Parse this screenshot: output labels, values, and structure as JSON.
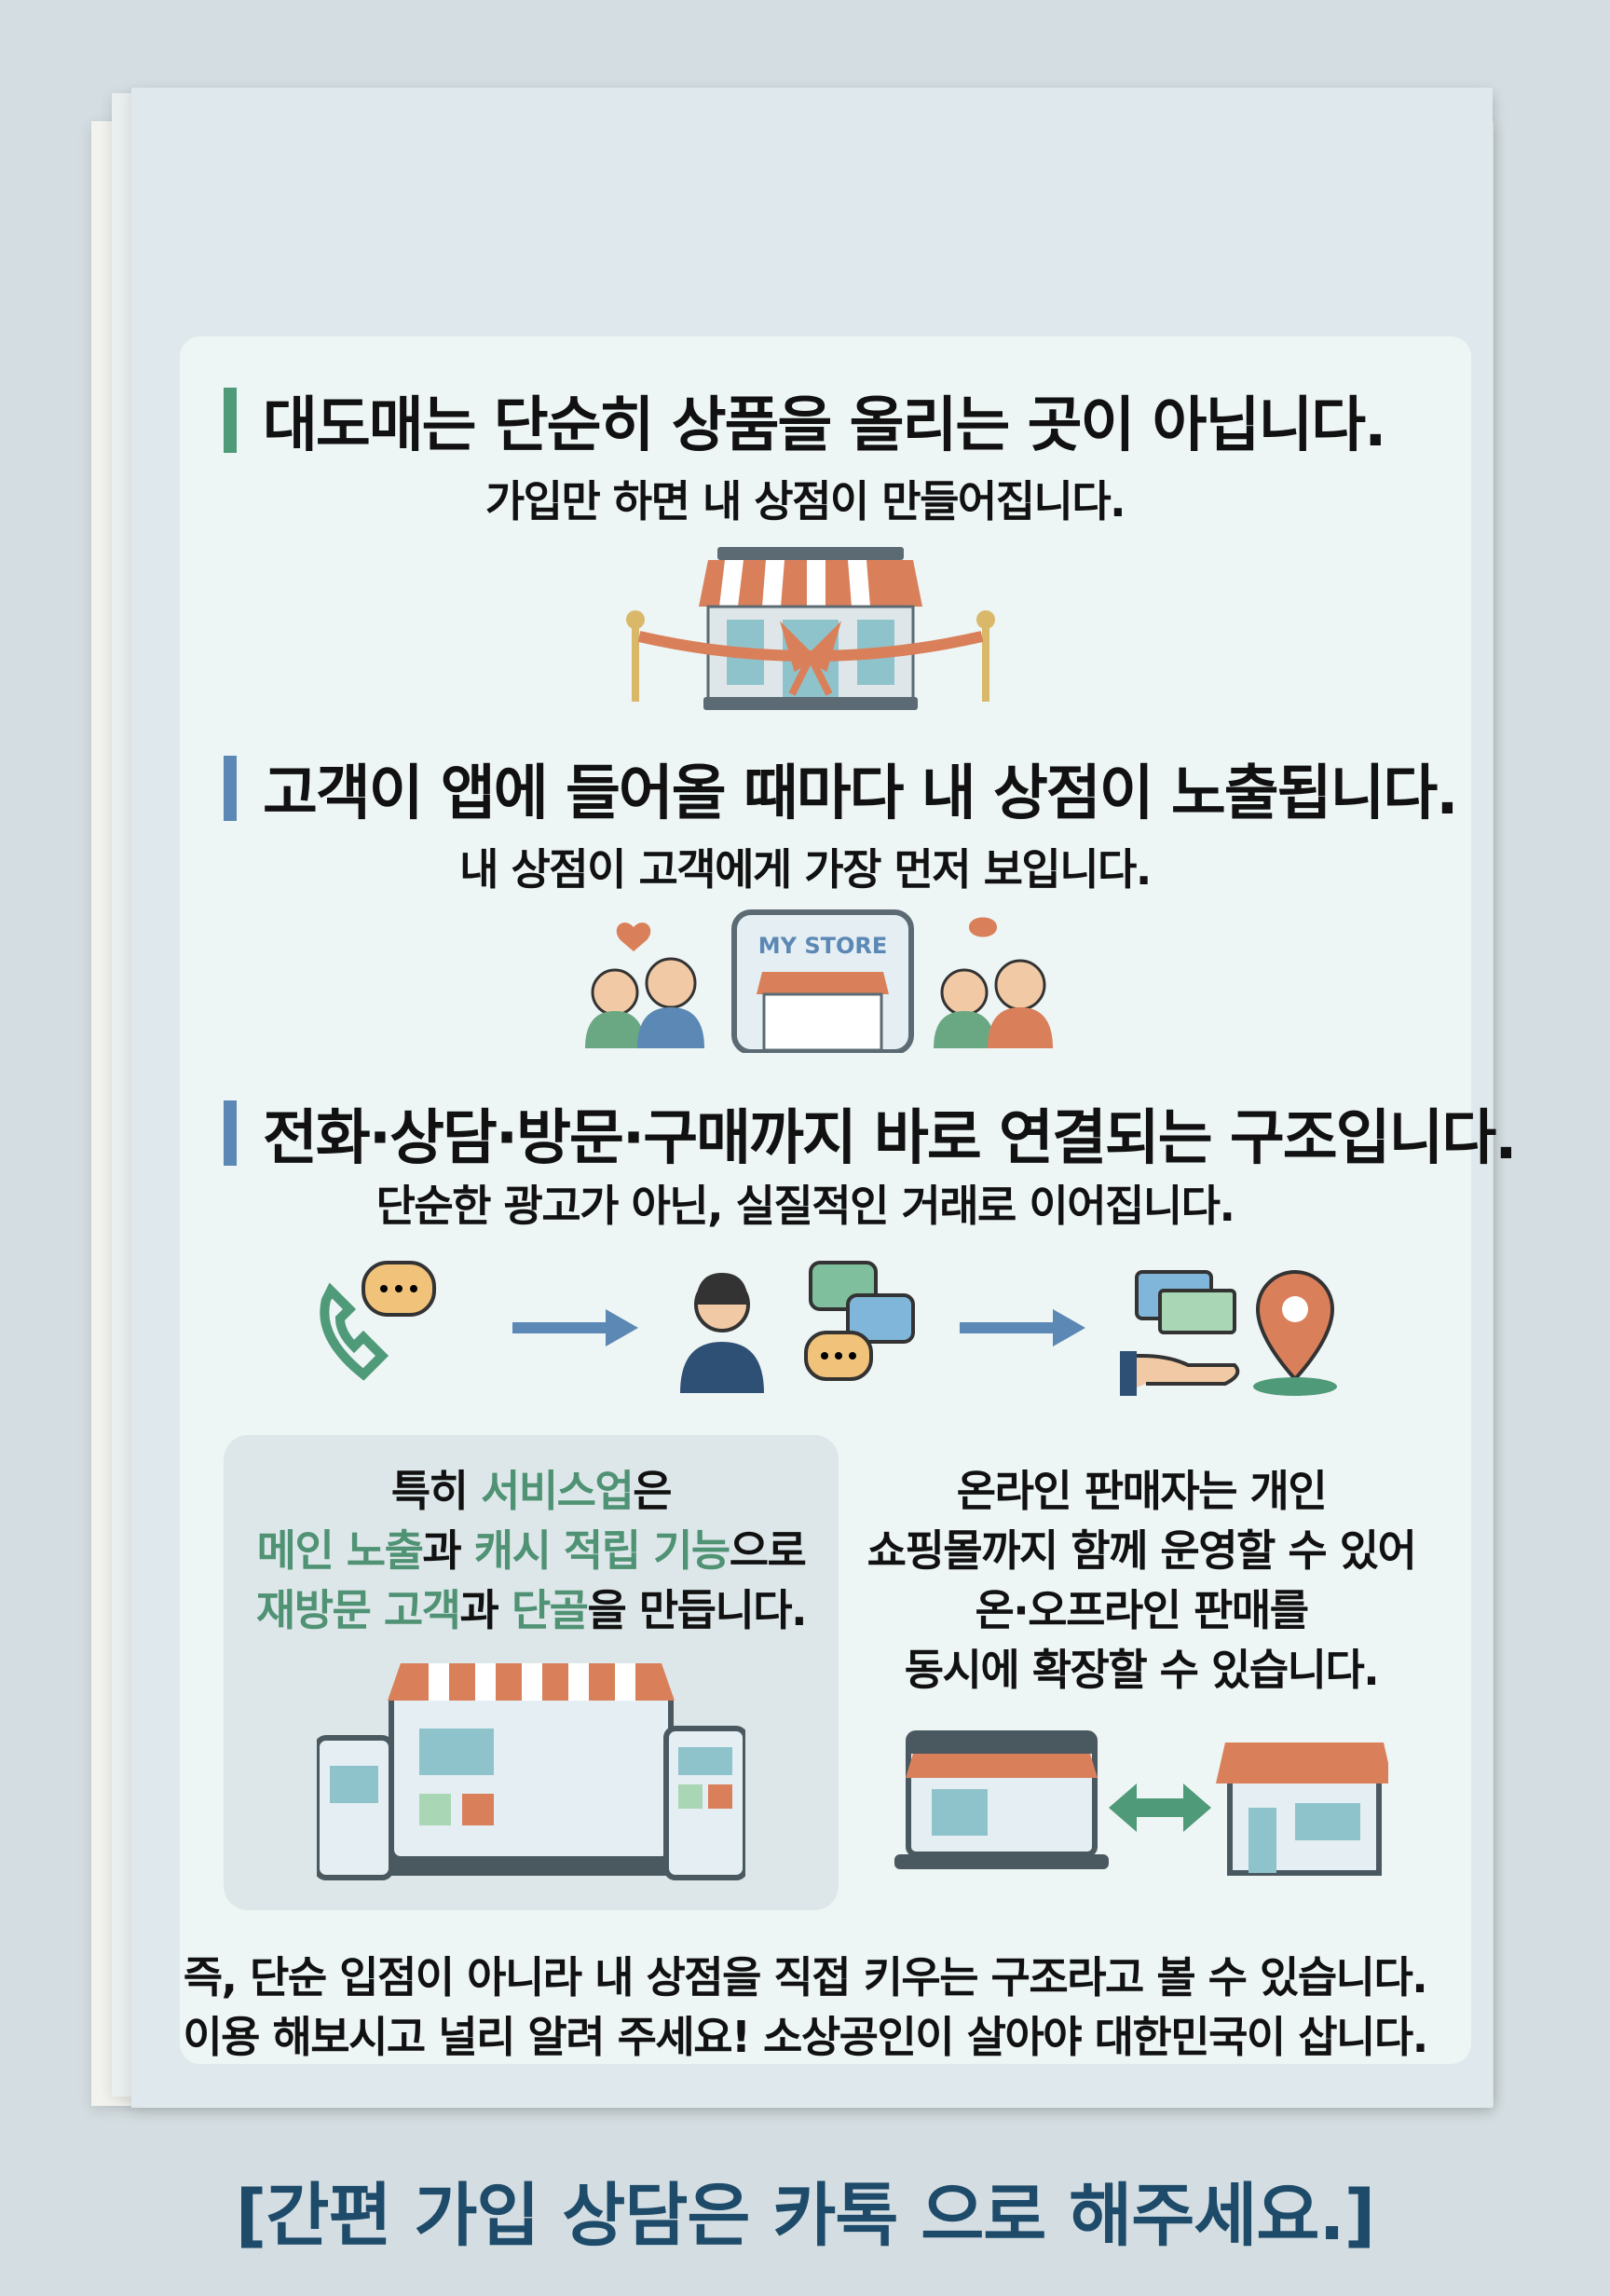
{
  "sections": [
    {
      "title": "대도매는 단순히 상품을 올리는 곳이 아닙니다.",
      "subtitle": "가입만 하면 내 상점이 만들어집니다.",
      "accent": "#4f9a78"
    },
    {
      "title": "고객이 앱에 들어올 때마다 내 상점이 노출됩니다.",
      "subtitle": "내 상점이 고객에게 가장 먼저 보입니다.",
      "accent": "#5b88b4",
      "phone_label": "MY STORE"
    },
    {
      "title": "전화·상담·방문·구매까지 바로 연결되는 구조입니다.",
      "subtitle": "단순한 광고가 아닌, 실질적인 거래로 이어집니다.",
      "accent": "#5b88b4"
    }
  ],
  "left_box": {
    "line1": [
      "특히 ",
      "서비스업",
      "은"
    ],
    "line2": [
      "메인 노출",
      "과 ",
      "캐시 적립 기능",
      "으로"
    ],
    "line3": [
      "재방문 고객",
      "과 ",
      "단골",
      "을 만듭니다."
    ]
  },
  "right_text": [
    "온라인 판매자는 개인",
    "쇼핑몰까지 함께 운영할 수 있어",
    "온·오프라인 판매를",
    "동시에 확장할 수 있습니다."
  ],
  "bottom": [
    "즉, 단순 입점이 아니라 내 상점을 직접 키우는 구조라고 볼 수 있습니다.",
    "이용 해보시고 널리 알려 주세요! 소상공인이 살아야 대한민국이 삽니다."
  ],
  "cta": "[간편 가입 상담은 카톡 으로 해주세요.]",
  "colors": {
    "green": "#4f9274",
    "navy": "#1e4b6a",
    "awning": "#d9805a"
  }
}
